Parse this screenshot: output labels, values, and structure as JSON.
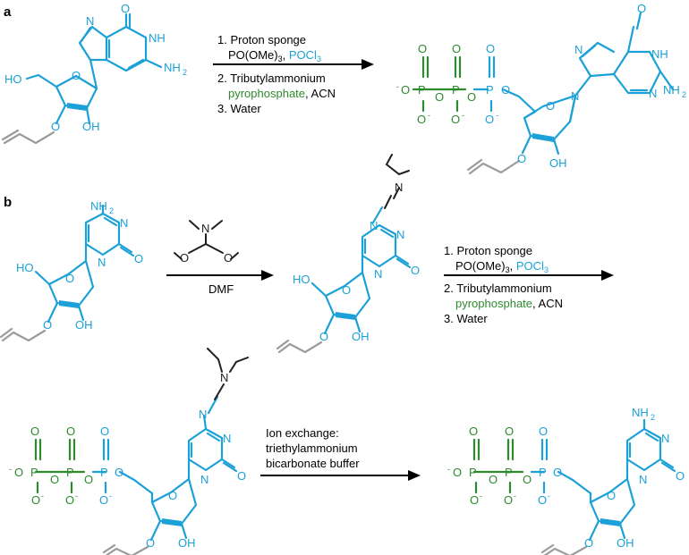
{
  "panels": {
    "a": "a",
    "b": "b"
  },
  "labels": {
    "oxo": "O",
    "nh": "NH",
    "nh2": "NH",
    "two": "2",
    "n": "N",
    "ho": "HO",
    "oh": "OH",
    "o": "O",
    "p": "P",
    "neg": "-",
    "nme2": "N"
  },
  "step_a": {
    "line1": "1. Proton sponge",
    "line2_main": "PO(OMe)",
    "line2_sub": "3",
    "line2_sep": ", ",
    "line2_blue": "POCl",
    "line2_blue_sub": "3",
    "line3": "2. Tributylammonium",
    "line4_green": "pyrophosphate",
    "line4_rest": ", ACN",
    "line5": "3. Water"
  },
  "step_b1": {
    "reagent": "DMF"
  },
  "step_b2": {
    "line1": "1. Proton sponge",
    "line2_main": "PO(OMe)",
    "line2_sub": "3",
    "line2_sep": ", ",
    "line2_blue": "POCl",
    "line2_blue_sub": "3",
    "line3": "2. Tributylammonium",
    "line4_green": "pyrophosphate",
    "line4_rest": ", ACN",
    "line5": "3. Water"
  },
  "step_b3": {
    "line1": "Ion exchange:",
    "line2": "triethylammonium",
    "line3": "bicarbonate buffer"
  },
  "colors": {
    "nucleoside": "#1ba1d7",
    "phosphate": "#2d8a2d",
    "allyl": "#9b9b9b",
    "reagent": "#231f20"
  }
}
